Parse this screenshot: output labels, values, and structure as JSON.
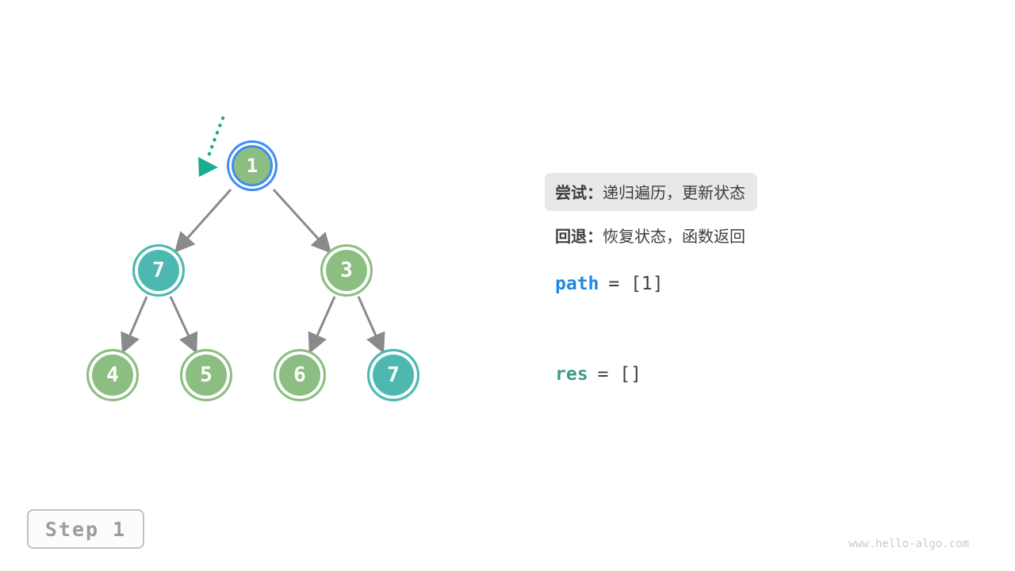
{
  "tree": {
    "nodes": [
      {
        "value": "1",
        "state": "current",
        "color_role": "green-with-blue-ring"
      },
      {
        "value": "7",
        "state": "visited",
        "color_role": "teal"
      },
      {
        "value": "3",
        "state": "normal",
        "color_role": "green"
      },
      {
        "value": "4",
        "state": "normal",
        "color_role": "green"
      },
      {
        "value": "5",
        "state": "normal",
        "color_role": "green"
      },
      {
        "value": "6",
        "state": "normal",
        "color_role": "green"
      },
      {
        "value": "7",
        "state": "visited",
        "color_role": "teal"
      }
    ],
    "edges": [
      {
        "from": 0,
        "to": 1
      },
      {
        "from": 0,
        "to": 2
      },
      {
        "from": 1,
        "to": 3
      },
      {
        "from": 1,
        "to": 4
      },
      {
        "from": 2,
        "to": 5
      },
      {
        "from": 2,
        "to": 6
      }
    ],
    "pointer": "dotted-arrow-to-root"
  },
  "panel": {
    "try_label": "尝试：",
    "try_text": "递归遍历，更新状态",
    "back_label": "回退：",
    "back_text": "恢复状态，函数返回",
    "path_var": "path",
    "path_value": "= [1]",
    "res_var": "res",
    "res_value": "= []"
  },
  "step_label": "Step 1",
  "watermark": "www.hello-algo.com",
  "colors": {
    "node_green": "#8CBE82",
    "node_teal": "#4CB8AF",
    "current_ring_blue": "#3E8DF6",
    "edge_gray": "#8A8A8A",
    "pointer_teal": "#19AC8E",
    "highlight_bg": "#E8E8E8",
    "path_blue": "#1E88E5",
    "res_teal": "#379C8D",
    "step_text": "#9C9C9C"
  }
}
